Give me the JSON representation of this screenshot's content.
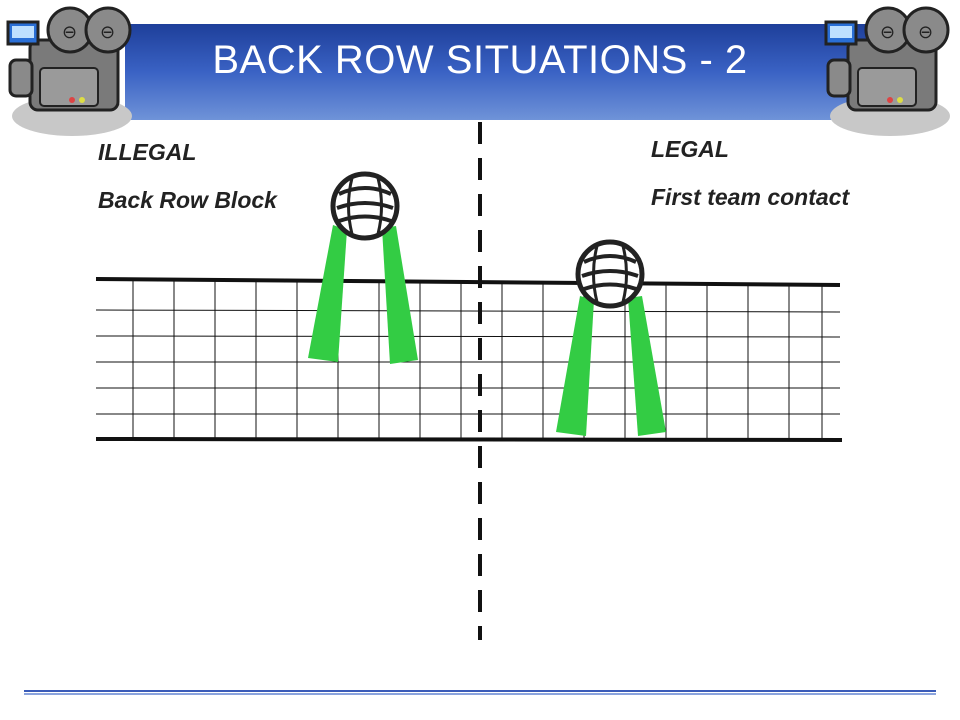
{
  "slide": {
    "title": "BACK ROW SITUATIONS - 2"
  },
  "illegal": {
    "heading": "ILLEGAL",
    "caption": "Back Row Block"
  },
  "legal": {
    "heading": "LEGAL",
    "caption": "First team contact"
  },
  "icons": {
    "left": "video-camera-icon",
    "right": "video-camera-icon",
    "ball": "volleyball-icon"
  },
  "colors": {
    "title_banner": "#2b4fa8",
    "arm": "#33cc44",
    "net_line": "#111111",
    "text": "#222222"
  }
}
